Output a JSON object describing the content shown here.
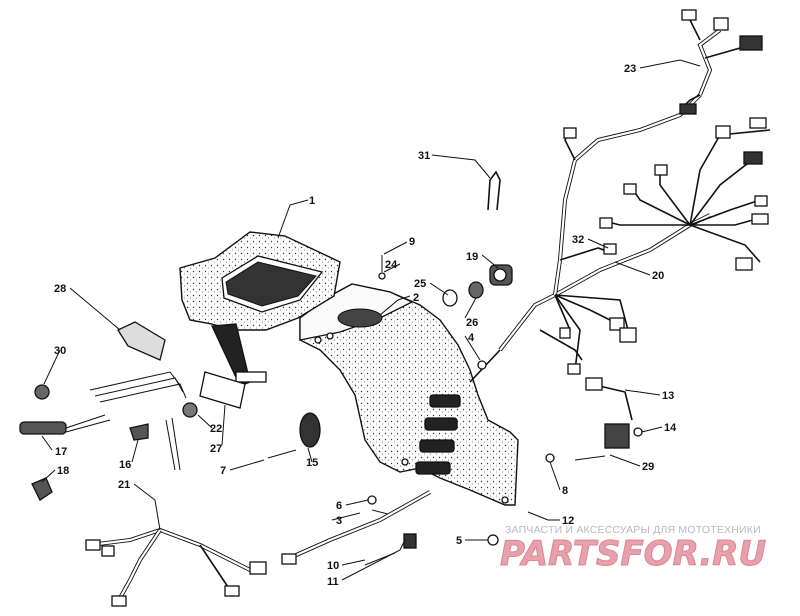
{
  "diagram": {
    "callouts": [
      {
        "id": "c1",
        "label": "1"
      },
      {
        "id": "c2",
        "label": "2"
      },
      {
        "id": "c3",
        "label": "3"
      },
      {
        "id": "c4",
        "label": "4"
      },
      {
        "id": "c5",
        "label": "5"
      },
      {
        "id": "c6",
        "label": "6"
      },
      {
        "id": "c7",
        "label": "7"
      },
      {
        "id": "c8",
        "label": "8"
      },
      {
        "id": "c9",
        "label": "9"
      },
      {
        "id": "c10",
        "label": "10"
      },
      {
        "id": "c11",
        "label": "11"
      },
      {
        "id": "c12",
        "label": "12"
      },
      {
        "id": "c13",
        "label": "13"
      },
      {
        "id": "c14",
        "label": "14"
      },
      {
        "id": "c15",
        "label": "15"
      },
      {
        "id": "c16",
        "label": "16"
      },
      {
        "id": "c17",
        "label": "17"
      },
      {
        "id": "c18",
        "label": "18"
      },
      {
        "id": "c19",
        "label": "19"
      },
      {
        "id": "c20",
        "label": "20"
      },
      {
        "id": "c21",
        "label": "21"
      },
      {
        "id": "c22",
        "label": "22"
      },
      {
        "id": "c23",
        "label": "23"
      },
      {
        "id": "c24",
        "label": "24"
      },
      {
        "id": "c25",
        "label": "25"
      },
      {
        "id": "c26",
        "label": "26"
      },
      {
        "id": "c27",
        "label": "27"
      },
      {
        "id": "c28",
        "label": "28"
      },
      {
        "id": "c29",
        "label": "29"
      },
      {
        "id": "c30",
        "label": "30"
      },
      {
        "id": "c31",
        "label": "31"
      },
      {
        "id": "c32",
        "label": "32"
      }
    ]
  },
  "watermark": {
    "tagline": "ЗАПЧАСТИ И АКСЕССУАРЫ ДЛЯ МОТОТЕХНИКИ",
    "logo": "PARTSFOR.RU"
  },
  "colors": {
    "ink": "#111111",
    "background": "#ffffff",
    "watermark_logo": "#e8a0aa",
    "watermark_text": "#b9b9b9"
  }
}
